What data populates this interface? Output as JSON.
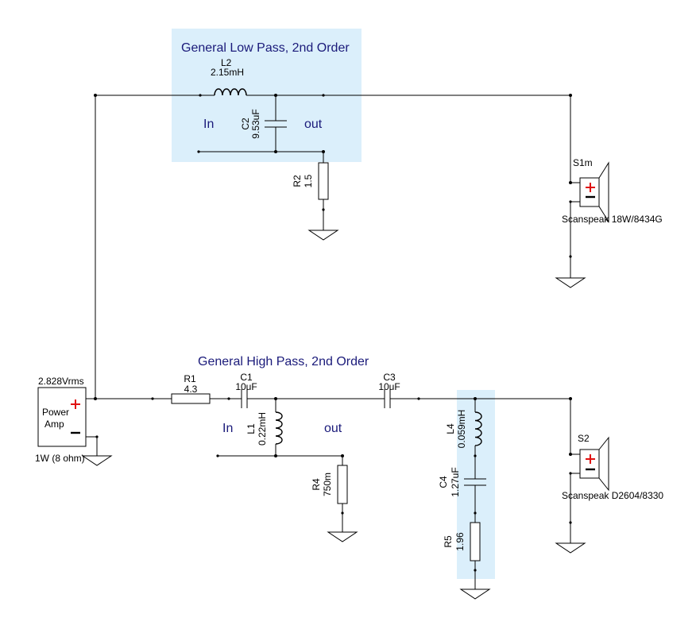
{
  "blocks": {
    "lowpass": {
      "title": "General Low Pass, 2nd Order",
      "in": "In",
      "out": "out"
    },
    "highpass": {
      "title": "General High Pass, 2nd Order",
      "in": "In",
      "out": "out"
    }
  },
  "amp": {
    "voltage": "2.828Vrms",
    "name_line1": "Power",
    "name_line2": "Amp",
    "rating": "1W (8 ohm)"
  },
  "components": {
    "L2": {
      "ref": "L2",
      "value": "2.15mH"
    },
    "C2": {
      "ref": "C2",
      "value": "9.53uF"
    },
    "R2": {
      "ref": "R2",
      "value": "1.5"
    },
    "R1": {
      "ref": "R1",
      "value": "4.3"
    },
    "C1": {
      "ref": "C1",
      "value": "10uF"
    },
    "L1": {
      "ref": "L1",
      "value": "0.22mH"
    },
    "R4": {
      "ref": "R4",
      "value": "750m"
    },
    "C3": {
      "ref": "C3",
      "value": "10uF"
    },
    "L4": {
      "ref": "L4",
      "value": "0.059mH"
    },
    "C4": {
      "ref": "C4",
      "value": "1.27uF"
    },
    "R5": {
      "ref": "R5",
      "value": "1.96"
    }
  },
  "speakers": {
    "S1m": {
      "ref": "S1m",
      "model": "Scanspeak 18W/8434G"
    },
    "S2": {
      "ref": "S2",
      "model": "Scanspeak D2604/8330"
    }
  },
  "colors": {
    "highlight": "#dbeffb",
    "block_text": "#1a1a7a",
    "plus": "#e01010"
  }
}
